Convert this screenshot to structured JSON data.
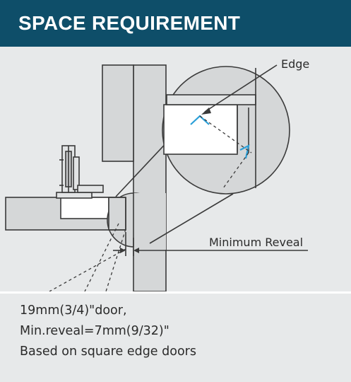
{
  "header": {
    "title": "SPACE REQUIREMENT",
    "background_color": "#0e4e69",
    "text_color": "#ffffff"
  },
  "diagram": {
    "labels": {
      "edge": "Edge",
      "minimum_reveal": "Minimum Reveal"
    },
    "colors": {
      "line": "#3a3a3a",
      "part_fill": "#d5d7d8",
      "inner_fill": "#ffffff",
      "edge_highlight": "#2a9fd8"
    }
  },
  "notes": {
    "lines": [
      "19mm(3/4)\"door,",
      "Min.reveal=7mm(9/32)\"",
      "Based on square edge doors"
    ]
  }
}
